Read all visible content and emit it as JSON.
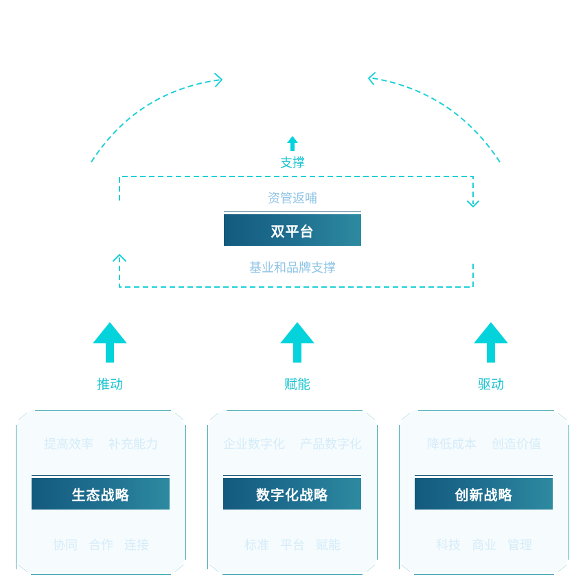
{
  "colors": {
    "accent_cyan": "#19d0d6",
    "arrow_fill": "#05d3dc",
    "label_cyan": "#19c3cf",
    "label_light_blue": "#8fc4e6",
    "card_text_faded": "#d4ecf8",
    "title_gradient_start": "#135a7e",
    "title_gradient_end": "#2d8aa0",
    "card_background": "#f6fbfe",
    "card_border": "#3fa6ae"
  },
  "top": {
    "support_label": "支撑",
    "support_arrow_icon": "arrow-up-icon"
  },
  "platform": {
    "top_label": "资管返哺",
    "title": "双平台",
    "bottom_label": "基业和品牌支撑"
  },
  "drivers": [
    {
      "label": "推动",
      "icon": "arrow-up-icon"
    },
    {
      "label": "赋能",
      "icon": "arrow-up-icon"
    },
    {
      "label": "驱动",
      "icon": "arrow-up-icon"
    }
  ],
  "cards": [
    {
      "title": "生态战略",
      "top_items": [
        "提高效率",
        "补充能力"
      ],
      "bottom_items": [
        "协同",
        "合作",
        "连接"
      ]
    },
    {
      "title": "数字化战略",
      "top_items": [
        "企业数字化",
        "产品数字化"
      ],
      "bottom_items": [
        "标准",
        "平台",
        "赋能"
      ]
    },
    {
      "title": "创新战略",
      "top_items": [
        "降低成本",
        "创造价值"
      ],
      "bottom_items": [
        "科技",
        "商业",
        "管理"
      ]
    }
  ]
}
